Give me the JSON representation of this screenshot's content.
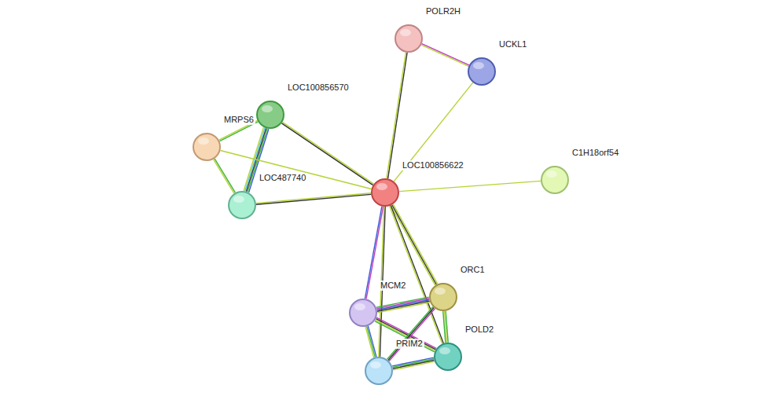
{
  "diagram": {
    "nodes": [
      {
        "text": [
          "POLR2H"
        ]
      },
      {
        "text": [
          "UCKL1"
        ]
      },
      {
        "text": [
          "LOC100856570"
        ]
      },
      {
        "text": [
          "MRPS6"
        ]
      },
      {
        "text": [
          "C1H18orf54"
        ]
      },
      {
        "text": [
          "LOC487740"
        ]
      },
      {
        "text": [
          "LOC100856622"
        ]
      },
      {
        "text": [
          "ORC1"
        ]
      },
      {
        "text": [
          "MCM2"
        ]
      },
      {
        "text": [
          "POLD2"
        ]
      },
      {
        "text": [
          "PRIM2"
        ]
      }
    ],
    "edges": [
      {
        "from": 0,
        "to": 1,
        "arrow": "none"
      },
      {
        "from": 0,
        "to": 6,
        "arrow": "none"
      },
      {
        "from": 1,
        "to": 6,
        "arrow": "none"
      },
      {
        "from": 2,
        "to": 6,
        "arrow": "none"
      },
      {
        "from": 2,
        "to": 3,
        "arrow": "none"
      },
      {
        "from": 2,
        "to": 5,
        "arrow": "none"
      },
      {
        "from": 3,
        "to": 5,
        "arrow": "none"
      },
      {
        "from": 3,
        "to": 6,
        "arrow": "none"
      },
      {
        "from": 5,
        "to": 6,
        "arrow": "none"
      },
      {
        "from": 4,
        "to": 6,
        "arrow": "none"
      },
      {
        "from": 6,
        "to": 8,
        "arrow": "none"
      },
      {
        "from": 6,
        "to": 7,
        "arrow": "none"
      },
      {
        "from": 6,
        "to": 9,
        "arrow": "none"
      },
      {
        "from": 6,
        "to": 10,
        "arrow": "none"
      },
      {
        "from": 8,
        "to": 7,
        "arrow": "none"
      },
      {
        "from": 8,
        "to": 9,
        "arrow": "none"
      },
      {
        "from": 8,
        "to": 10,
        "arrow": "none"
      },
      {
        "from": 7,
        "to": 10,
        "arrow": "none"
      },
      {
        "from": 7,
        "to": 9,
        "arrow": "none"
      },
      {
        "from": 10,
        "to": 9,
        "arrow": "none"
      }
    ]
  }
}
